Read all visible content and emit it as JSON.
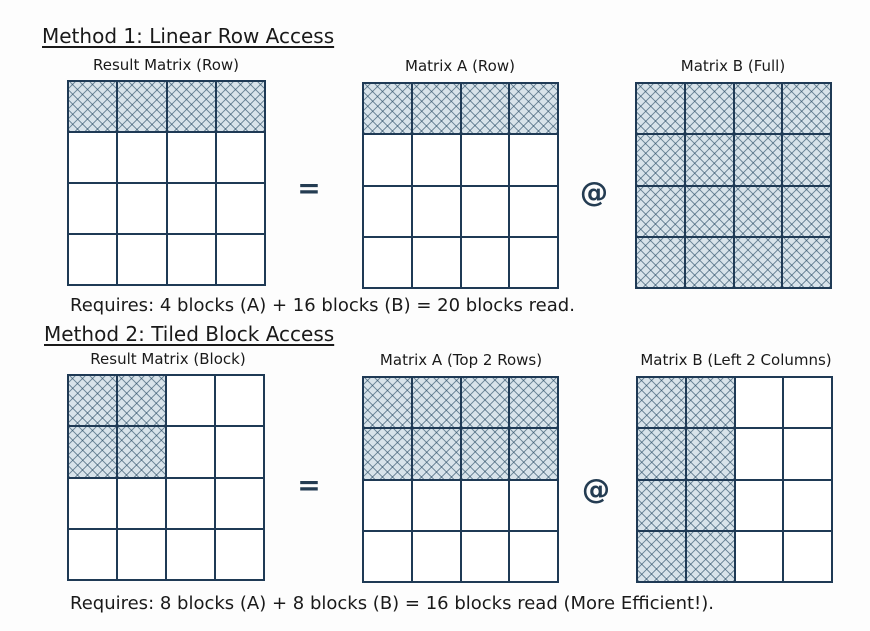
{
  "methods": [
    {
      "title": "Method 1: Linear Row Access",
      "equals": "=",
      "at": "@",
      "summary": "Requires: 4 blocks (A) + 16 blocks (B) = 20 blocks read.",
      "matrices": [
        {
          "label": "Result Matrix (Row)",
          "hatched": [
            [
              1,
              1,
              1,
              1
            ],
            [
              0,
              0,
              0,
              0
            ],
            [
              0,
              0,
              0,
              0
            ],
            [
              0,
              0,
              0,
              0
            ]
          ]
        },
        {
          "label": "Matrix A (Row)",
          "hatched": [
            [
              1,
              1,
              1,
              1
            ],
            [
              0,
              0,
              0,
              0
            ],
            [
              0,
              0,
              0,
              0
            ],
            [
              0,
              0,
              0,
              0
            ]
          ]
        },
        {
          "label": "Matrix B (Full)",
          "hatched": [
            [
              1,
              1,
              1,
              1
            ],
            [
              1,
              1,
              1,
              1
            ],
            [
              1,
              1,
              1,
              1
            ],
            [
              1,
              1,
              1,
              1
            ]
          ]
        }
      ]
    },
    {
      "title": "Method 2: Tiled Block Access",
      "equals": "=",
      "at": "@",
      "summary": "Requires: 8 blocks (A) + 8 blocks (B) = 16 blocks read (More Efficient!).",
      "matrices": [
        {
          "label": "Result Matrix (Block)",
          "hatched": [
            [
              1,
              1,
              0,
              0
            ],
            [
              1,
              1,
              0,
              0
            ],
            [
              0,
              0,
              0,
              0
            ],
            [
              0,
              0,
              0,
              0
            ]
          ]
        },
        {
          "label": "Matrix A (Top 2 Rows)",
          "hatched": [
            [
              1,
              1,
              1,
              1
            ],
            [
              1,
              1,
              1,
              1
            ],
            [
              0,
              0,
              0,
              0
            ],
            [
              0,
              0,
              0,
              0
            ]
          ]
        },
        {
          "label": "Matrix B (Left 2 Columns)",
          "hatched": [
            [
              1,
              1,
              0,
              0
            ],
            [
              1,
              1,
              0,
              0
            ],
            [
              1,
              1,
              0,
              0
            ],
            [
              1,
              1,
              0,
              0
            ]
          ]
        }
      ]
    }
  ]
}
